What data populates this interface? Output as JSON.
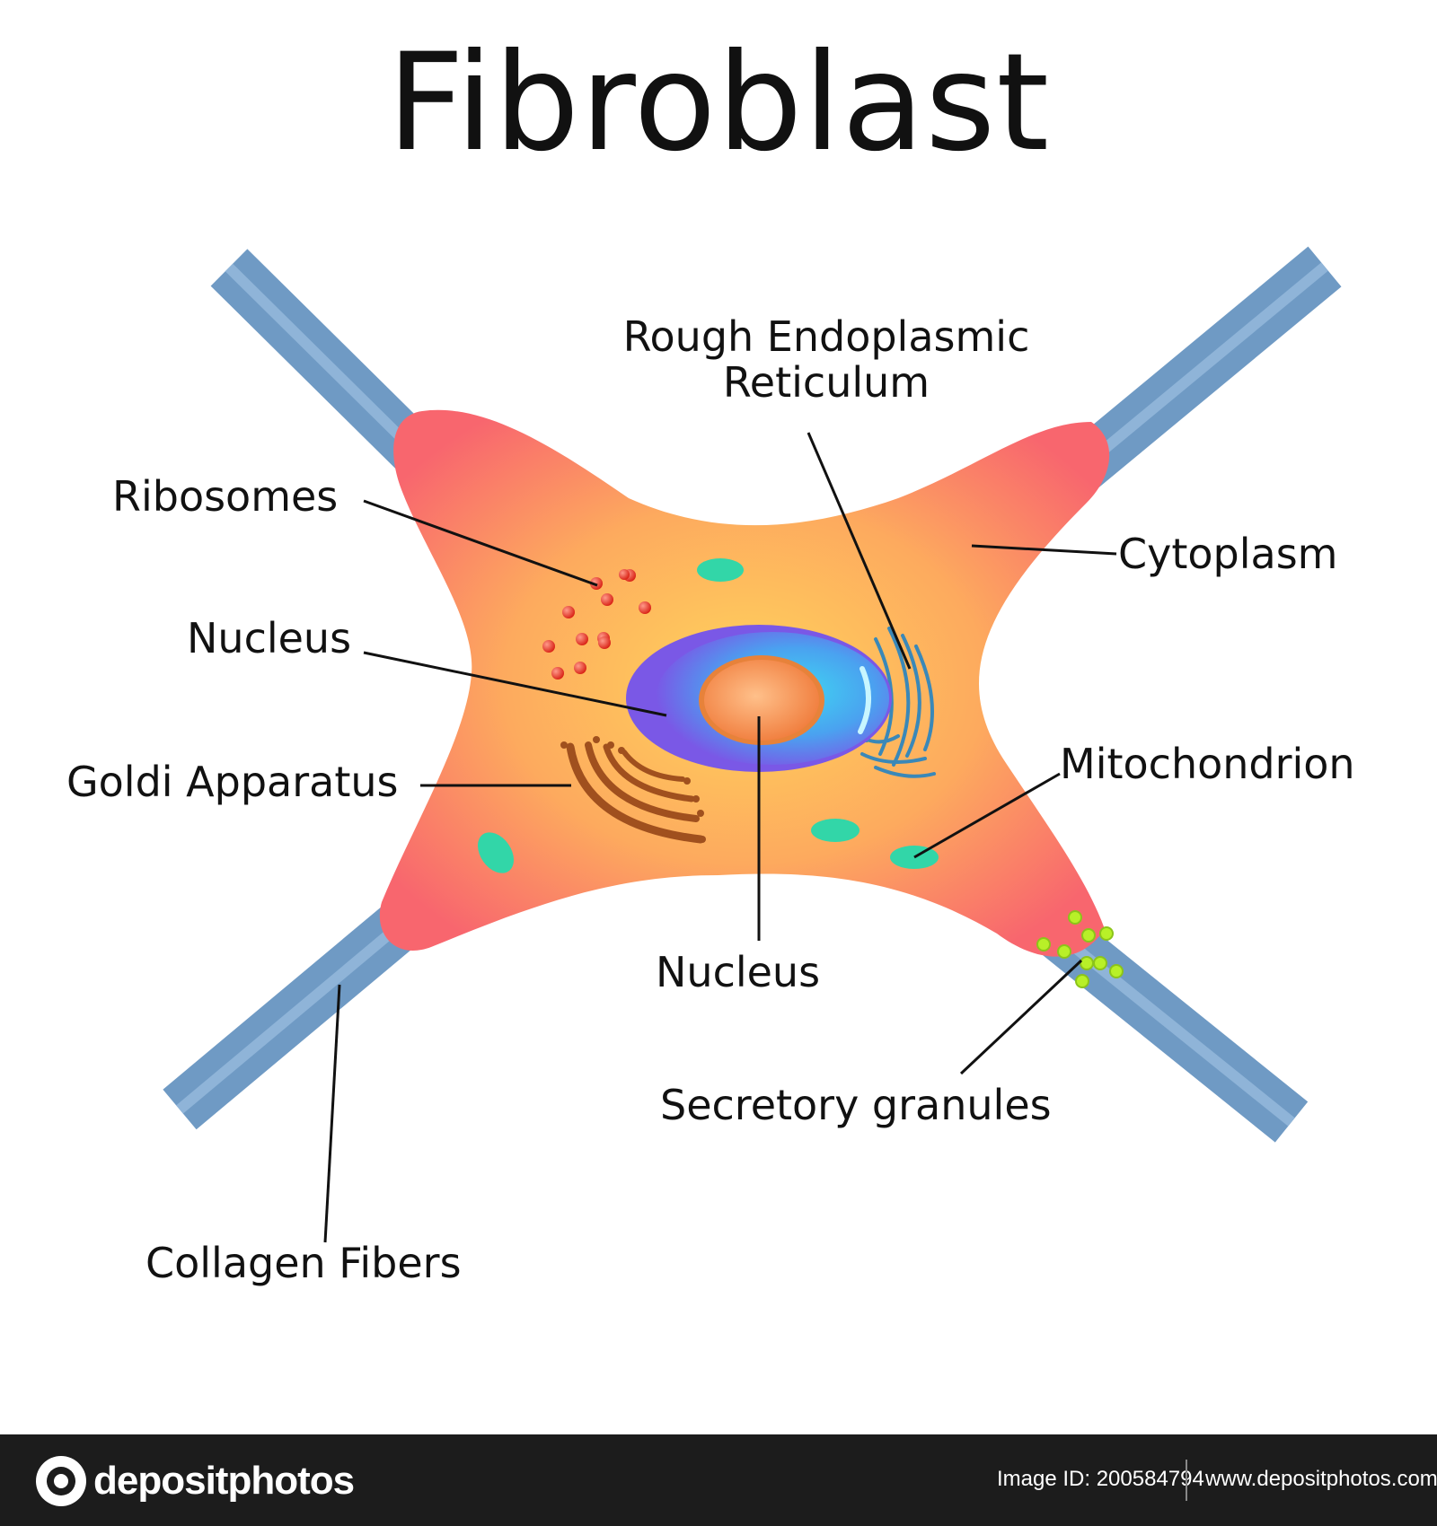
{
  "title": "Fibroblast",
  "labels": {
    "rough_er_line1": "Rough Endoplasmic",
    "rough_er_line2": "Reticulum",
    "ribosomes": "Ribosomes",
    "cytoplasm": "Cytoplasm",
    "nucleus_left": "Nucleus",
    "goldi": "Goldi Apparatus",
    "mitochondrion": "Mitochondrion",
    "nucleus_bottom": "Nucleus",
    "secretory": "Secretory granules",
    "collagen": "Collagen Fibers"
  },
  "footer": {
    "brand": "depositphotos",
    "image_id": "Image ID: 200584794",
    "site": "www.depositphotos.com"
  },
  "colors": {
    "fiber": "#6f9ac4",
    "fiber_stripe": "#8fb4d8",
    "cell_edge": "#f8666e",
    "cell_center": "#ffd35c",
    "nucleus_outer": "#7a6ae8",
    "nucleus_inner": "#f5914a",
    "mitochondria": "#32d6a8",
    "ribosome": "#e82a1c",
    "golgi": "#a0501e",
    "granule": "#b8f028"
  }
}
